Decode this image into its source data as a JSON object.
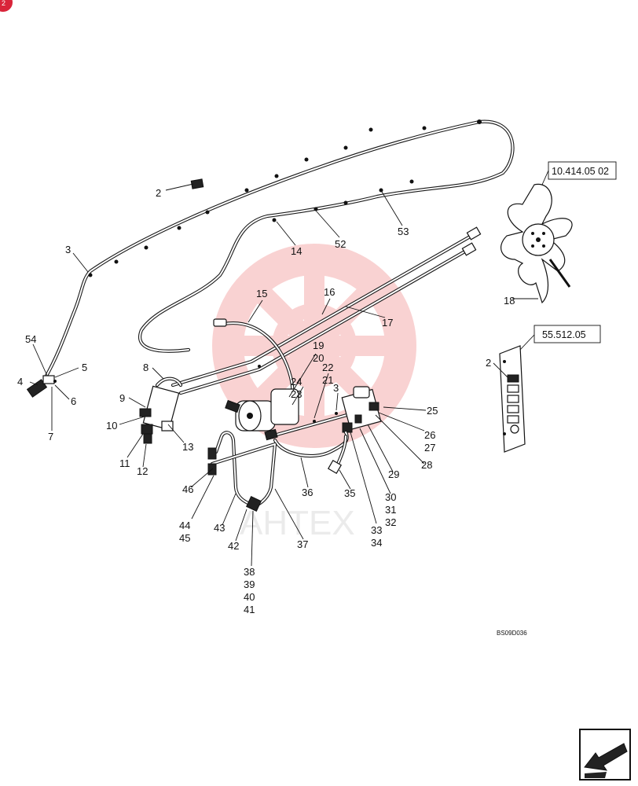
{
  "page_badge": "2",
  "drawing_code": "BS09D036",
  "watermark_text": "АНТЕХ",
  "ref_boxes": [
    "10.414.05 02",
    "55.512.05"
  ],
  "callouts": {
    "c2a": "2",
    "c3a": "3",
    "c14": "14",
    "c52": "52",
    "c53": "53",
    "c54": "54",
    "c5": "5",
    "c4": "4",
    "c6": "6",
    "c7": "7",
    "c8": "8",
    "c9": "9",
    "c10": "10",
    "c11": "11",
    "c12": "12",
    "c13": "13",
    "c15": "15",
    "c16": "16",
    "c17": "17",
    "c19": "19",
    "c20": "20",
    "c22": "22",
    "c21": "21",
    "c24": "24",
    "c23": "23",
    "c3b": "3",
    "c25": "25",
    "c26": "26",
    "c27": "27",
    "c28": "28",
    "c29": "29",
    "c30": "30",
    "c31": "31",
    "c32": "32",
    "c33": "33",
    "c34": "34",
    "c35": "35",
    "c36": "36",
    "c37": "37",
    "c46": "46",
    "c44": "44",
    "c45": "45",
    "c43": "43",
    "c42": "42",
    "c38": "38",
    "c39": "39",
    "c40": "40",
    "c41": "41",
    "c18": "18",
    "c2b": "2"
  },
  "colors": {
    "line": "#111111",
    "watermark": "#f3b3b3",
    "badge": "#d9243a"
  },
  "icons": [
    "fan-icon",
    "switch-panel-icon",
    "back-arrow-icon"
  ]
}
